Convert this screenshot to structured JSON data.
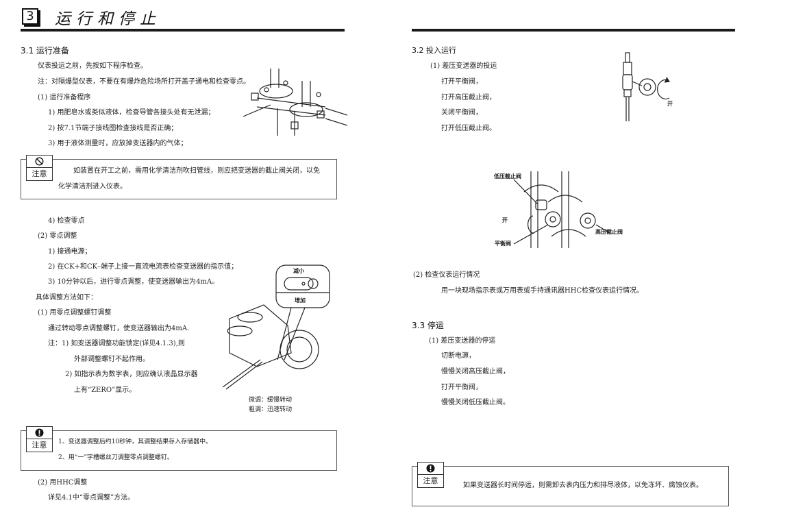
{
  "chapter": {
    "number": "3",
    "title": "运行和停止"
  },
  "left": {
    "s31": {
      "heading": "3.1  运行准备",
      "intro": "仪表投运之前，先按如下程序检查。",
      "note_explosion": "注：对隔爆型仪表，不要在有爆炸危险场所打开盖子通电和检查零点。",
      "step1_title": "(1)  运行准备程序",
      "step1_items": [
        "1)  用肥皂水或类似液体，检查导管各接头处有无泄漏；",
        "2)  按7.1节端子接线图检查接线是否正确；",
        "3)  用于液体测量时，应放掉变送器内的气体；"
      ],
      "caution1": {
        "icon": "prohibited-icon",
        "label": "注意",
        "line1": "如装置在开工之前，需用化学清洁剂吹扫管线，则应把变送器的截止阀关闭，以免",
        "line2": "化学清洁剂进入仪表。"
      },
      "step1_item4": "4)  检查零点",
      "step2_title": "(2)  零点调整",
      "step2_items": [
        "1)  接通电源；",
        "2)  在CK+和CK–端子上接一直流电流表检查变送器的指示值；",
        "3)  10分钟以后，进行零点调整，使变送器输出为4mA。"
      ],
      "method_intro": "具体调整方法如下：",
      "method1_title": "(1)  用零点调整螺钉调整",
      "method1_text": "通过转动零点调整螺钉，使变送器输出为4mA.",
      "method1_note1a": "注：1)  如变送器调整功能锁定(详见4.1.3),则",
      "method1_note1b": "外部调整螺钉不起作用。",
      "method1_note2a": "2)  如指示表为数字表，则应确认液晶显示器",
      "method1_note2b": "上有“ZERO”显示。",
      "figure_labels": {
        "decrease": "减小",
        "increase": "增加"
      },
      "caption_fine": "微调：缓慢转动",
      "caption_coarse": "粗调：迅速转动",
      "caution2": {
        "icon": "exclamation-icon",
        "label": "注意",
        "line1": "1、变送器调整后约10秒钟，其调整结果存入存储器中。",
        "line2": "2、用“一”字槽螺丝刀调整零点调整螺钉。"
      },
      "method2_title": "(2)  用HHC调整",
      "method2_text": "详见4.1中“零点调整”方法。"
    }
  },
  "right": {
    "s32": {
      "heading": "3.2  投入运行",
      "step1_title": "(1)  差压变送器的投运",
      "step1_items": [
        "打开平衡阀，",
        "打开高压截止阀，",
        "关闭平衡阀，",
        "打开低压截止阀。"
      ],
      "valve_label_open": "开",
      "manifold_labels": {
        "low": "低压截止阀",
        "open": "开",
        "high": "高压截止阀",
        "balance": "平衡阀"
      },
      "step2_title": "(2)  检查仪表运行情况",
      "step2_text": "用一块现场指示表或万用表或手持通讯器HHC检查仪表运行情况。"
    },
    "s33": {
      "heading": "3.3  停运",
      "step1_title": "(1)  差压变送器的停运",
      "step1_items": [
        "切断电源，",
        "慢慢关闭高压截止阀，",
        "打开平衡阀，",
        "慢慢关闭低压截止阀。"
      ],
      "caution": {
        "icon": "exclamation-icon",
        "label": "注意",
        "line1": "如果变送器长时间停运，则需卸去表内压力和排尽液体，以免冻坏、腐蚀仪表。"
      }
    }
  }
}
